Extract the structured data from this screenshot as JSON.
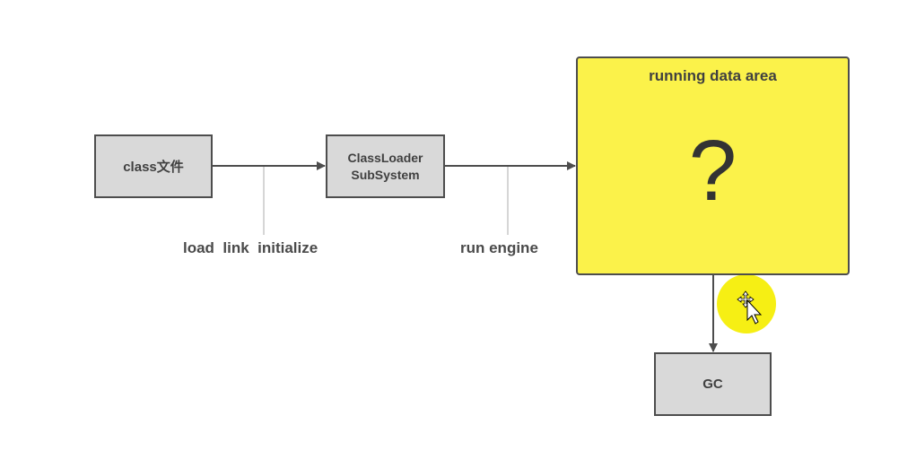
{
  "diagram": {
    "nodes": {
      "class_file": "class文件",
      "classloader_line1": "ClassLoader",
      "classloader_line2": "SubSystem",
      "data_area_title": "running data area",
      "data_area_symbol": "?",
      "gc": "GC"
    },
    "edge_labels": {
      "loader_phases": "load  link  initialize",
      "engine": "run engine"
    },
    "colors": {
      "box_fill": "#d9d9d9",
      "data_area_fill": "#fbf24a",
      "border": "#4d4d4d",
      "cursor_highlight": "#f6ef14"
    },
    "edges": [
      {
        "from": "class_file",
        "to": "classloader"
      },
      {
        "from": "classloader",
        "to": "data_area"
      },
      {
        "from": "data_area",
        "to": "gc"
      }
    ]
  }
}
